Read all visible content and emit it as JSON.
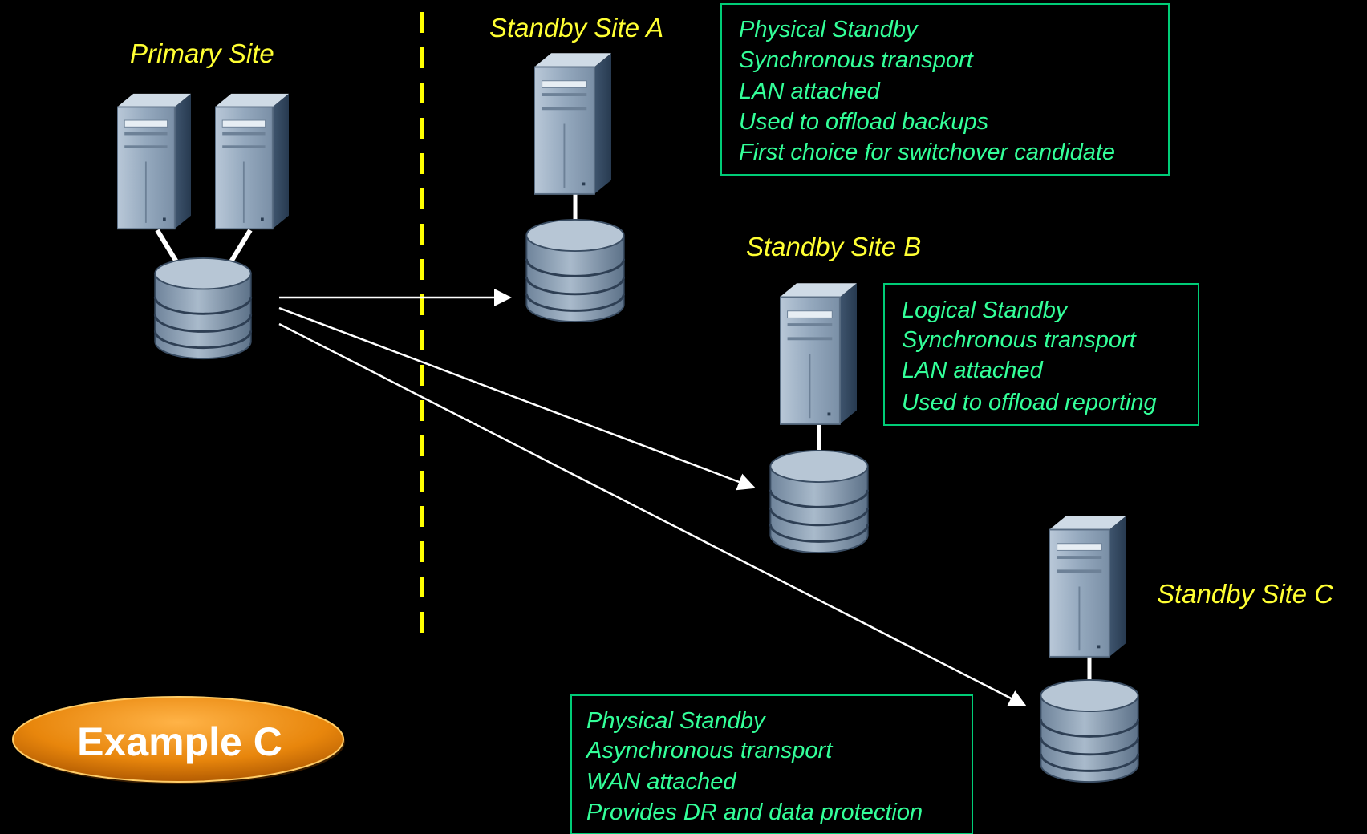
{
  "primary_site": {
    "label": "Primary Site"
  },
  "divider": {
    "color": "#ffff00"
  },
  "standby_sites": [
    {
      "label": "Standby Site A",
      "notes": [
        "Physical Standby",
        "Synchronous transport",
        "LAN attached",
        "Used to offload backups",
        "First choice for switchover candidate"
      ]
    },
    {
      "label": "Standby Site B",
      "notes": [
        "Logical Standby",
        "Synchronous transport",
        "LAN attached",
        "Used to offload reporting"
      ]
    },
    {
      "label": "Standby Site C",
      "notes": [
        "Physical Standby",
        "Asynchronous transport",
        "WAN attached",
        "Provides DR and data protection"
      ]
    }
  ],
  "badge": {
    "label": "Example C"
  },
  "colors": {
    "label": "#ffff33",
    "note_text": "#33ff99",
    "note_border": "#00cc77",
    "arrow": "#ffffff",
    "badge": "#e8860c"
  }
}
